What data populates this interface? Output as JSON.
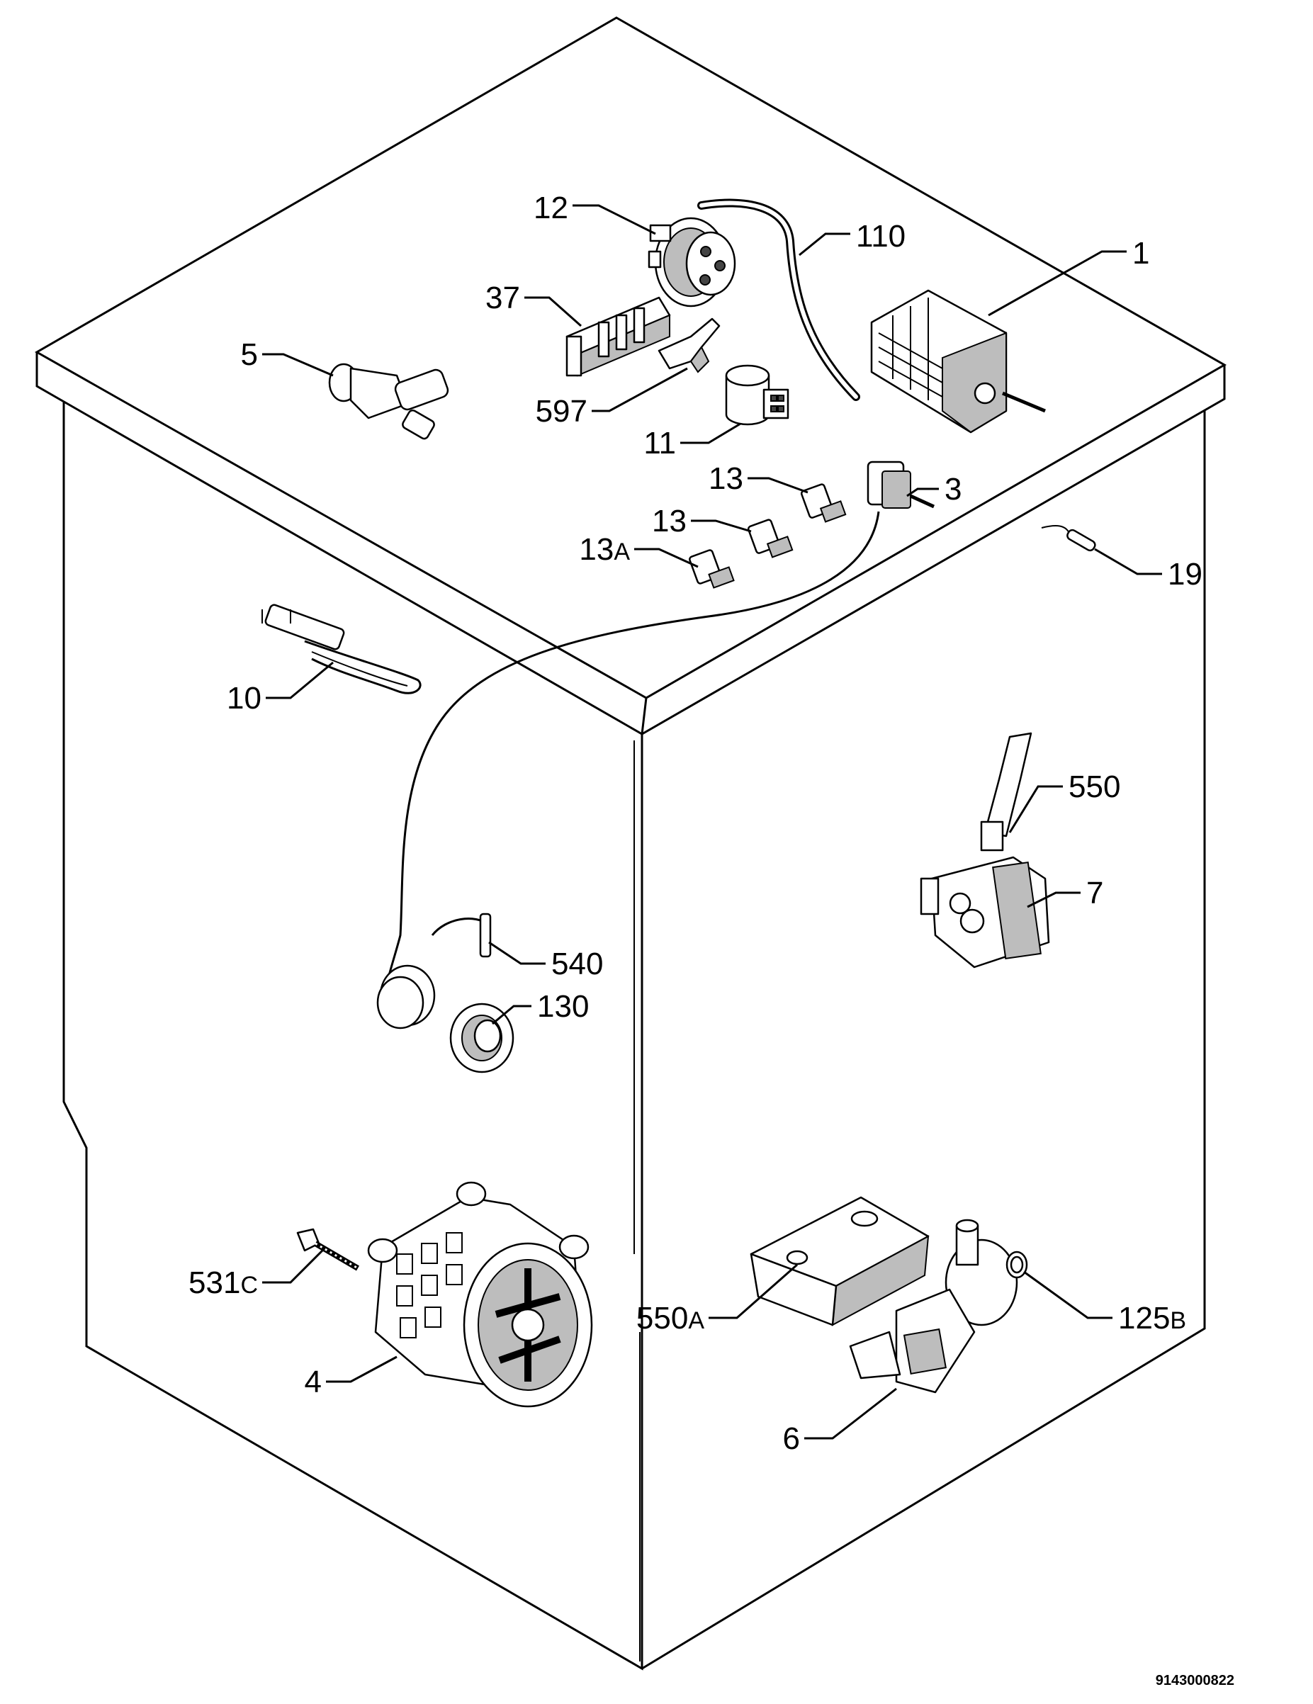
{
  "diagram": {
    "labels": [
      {
        "id": "1",
        "text": "1",
        "suffix": ""
      },
      {
        "id": "3",
        "text": "3",
        "suffix": ""
      },
      {
        "id": "4",
        "text": "4",
        "suffix": ""
      },
      {
        "id": "5",
        "text": "5",
        "suffix": ""
      },
      {
        "id": "6",
        "text": "6",
        "suffix": ""
      },
      {
        "id": "7",
        "text": "7",
        "suffix": ""
      },
      {
        "id": "10",
        "text": "10",
        "suffix": ""
      },
      {
        "id": "11",
        "text": "11",
        "suffix": ""
      },
      {
        "id": "12",
        "text": "12",
        "suffix": ""
      },
      {
        "id": "13a",
        "text": "13",
        "suffix": ""
      },
      {
        "id": "13b",
        "text": "13",
        "suffix": ""
      },
      {
        "id": "13A",
        "text": "13",
        "suffix": "A"
      },
      {
        "id": "19",
        "text": "19",
        "suffix": ""
      },
      {
        "id": "37",
        "text": "37",
        "suffix": ""
      },
      {
        "id": "110",
        "text": "110",
        "suffix": ""
      },
      {
        "id": "125B",
        "text": "125",
        "suffix": "B"
      },
      {
        "id": "130",
        "text": "130",
        "suffix": ""
      },
      {
        "id": "531C",
        "text": "531",
        "suffix": "C"
      },
      {
        "id": "540",
        "text": "540",
        "suffix": ""
      },
      {
        "id": "550",
        "text": "550",
        "suffix": ""
      },
      {
        "id": "550A",
        "text": "550",
        "suffix": "A"
      },
      {
        "id": "597",
        "text": "597",
        "suffix": ""
      }
    ],
    "drawing_code": "9143000822"
  }
}
